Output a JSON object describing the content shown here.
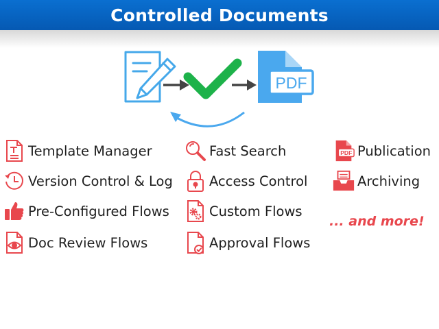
{
  "header": {
    "title": "Controlled Documents"
  },
  "workflow": {
    "steps": [
      "edit-document",
      "approve",
      "pdf"
    ],
    "pdf_label": "PDF",
    "colors": {
      "doc": "#45a8ea",
      "check": "#1db24a",
      "arrow": "#444444",
      "pdf": "#4aa8ee"
    }
  },
  "features": {
    "col1": [
      {
        "label": "Template Manager",
        "icon": "template-doc-icon"
      },
      {
        "label": "Version Control & Log",
        "icon": "history-clock-icon"
      },
      {
        "label": "Pre-Configured Flows",
        "icon": "thumbs-up-icon"
      },
      {
        "label": "Doc Review Flows",
        "icon": "eye-doc-icon"
      }
    ],
    "col2": [
      {
        "label": "Fast Search",
        "icon": "magnifier-icon"
      },
      {
        "label": "Access Control",
        "icon": "padlock-icon"
      },
      {
        "label": "Custom Flows",
        "icon": "gears-doc-icon"
      },
      {
        "label": "Approval Flows",
        "icon": "check-doc-icon"
      }
    ],
    "col3": [
      {
        "label": "Publication",
        "icon": "pdf-doc-icon"
      },
      {
        "label": "Archiving",
        "icon": "archive-tray-icon"
      }
    ],
    "more": "... and more!"
  },
  "colors": {
    "accent": "#e8474d",
    "banner": "#0a6fd0"
  }
}
